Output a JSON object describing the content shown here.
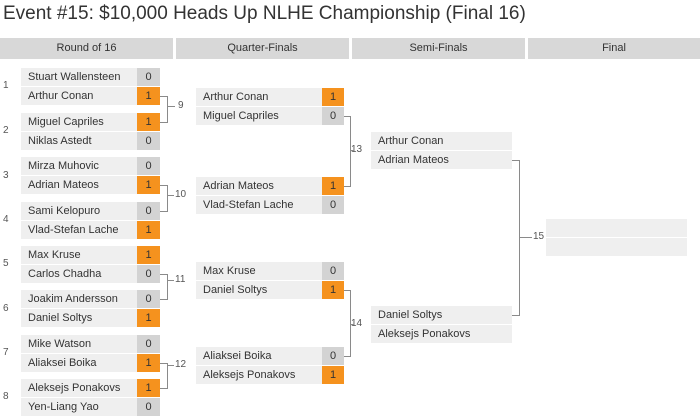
{
  "title": "Event #15: $10,000 Heads Up NLHE Championship (Final 16)",
  "colors": {
    "accent_orange": "#f5921e",
    "header_bg": "#d8d8d8",
    "row_bg": "#efefef",
    "score_bg": "#d3d3d3",
    "line": "#8a8a8a"
  },
  "rounds": [
    {
      "label": "Round of 16"
    },
    {
      "label": "Quarter-Finals"
    },
    {
      "label": "Semi-Finals"
    },
    {
      "label": "Final"
    }
  ],
  "matches": [
    {
      "num": "1",
      "players": [
        {
          "name": "Stuart Wallensteen",
          "score": "0"
        },
        {
          "name": "Arthur Conan",
          "score": "1"
        }
      ]
    },
    {
      "num": "2",
      "players": [
        {
          "name": "Miguel Capriles",
          "score": "1"
        },
        {
          "name": "Niklas Astedt",
          "score": "0"
        }
      ]
    },
    {
      "num": "3",
      "players": [
        {
          "name": "Mirza Muhovic",
          "score": "0"
        },
        {
          "name": "Adrian Mateos",
          "score": "1"
        }
      ]
    },
    {
      "num": "4",
      "players": [
        {
          "name": "Sami Kelopuro",
          "score": "0"
        },
        {
          "name": "Vlad-Stefan Lache",
          "score": "1"
        }
      ]
    },
    {
      "num": "5",
      "players": [
        {
          "name": "Max Kruse",
          "score": "1"
        },
        {
          "name": "Carlos Chadha",
          "score": "0"
        }
      ]
    },
    {
      "num": "6",
      "players": [
        {
          "name": "Joakim Andersson",
          "score": "0"
        },
        {
          "name": "Daniel Soltys",
          "score": "1"
        }
      ]
    },
    {
      "num": "7",
      "players": [
        {
          "name": "Mike Watson",
          "score": "0"
        },
        {
          "name": "Aliaksei Boika",
          "score": "1"
        }
      ]
    },
    {
      "num": "8",
      "players": [
        {
          "name": "Aleksejs Ponakovs",
          "score": "1"
        },
        {
          "name": "Yen-Liang Yao",
          "score": "0"
        }
      ]
    },
    {
      "num": "9",
      "players": [
        {
          "name": "Arthur Conan",
          "score": "1"
        },
        {
          "name": "Miguel Capriles",
          "score": "0"
        }
      ]
    },
    {
      "num": "10",
      "players": [
        {
          "name": "Adrian Mateos",
          "score": "1"
        },
        {
          "name": "Vlad-Stefan Lache",
          "score": "0"
        }
      ]
    },
    {
      "num": "11",
      "players": [
        {
          "name": "Max Kruse",
          "score": "0"
        },
        {
          "name": "Daniel Soltys",
          "score": "1"
        }
      ]
    },
    {
      "num": "12",
      "players": [
        {
          "name": "Aliaksei Boika",
          "score": "0"
        },
        {
          "name": "Aleksejs Ponakovs",
          "score": "1"
        }
      ]
    },
    {
      "num": "13",
      "players": [
        {
          "name": "Arthur Conan"
        },
        {
          "name": "Adrian Mateos"
        }
      ]
    },
    {
      "num": "14",
      "players": [
        {
          "name": "Daniel Soltys"
        },
        {
          "name": "Aleksejs Ponakovs"
        }
      ]
    },
    {
      "num": "15",
      "players": [
        {
          "name": ""
        },
        {
          "name": ""
        }
      ]
    }
  ]
}
